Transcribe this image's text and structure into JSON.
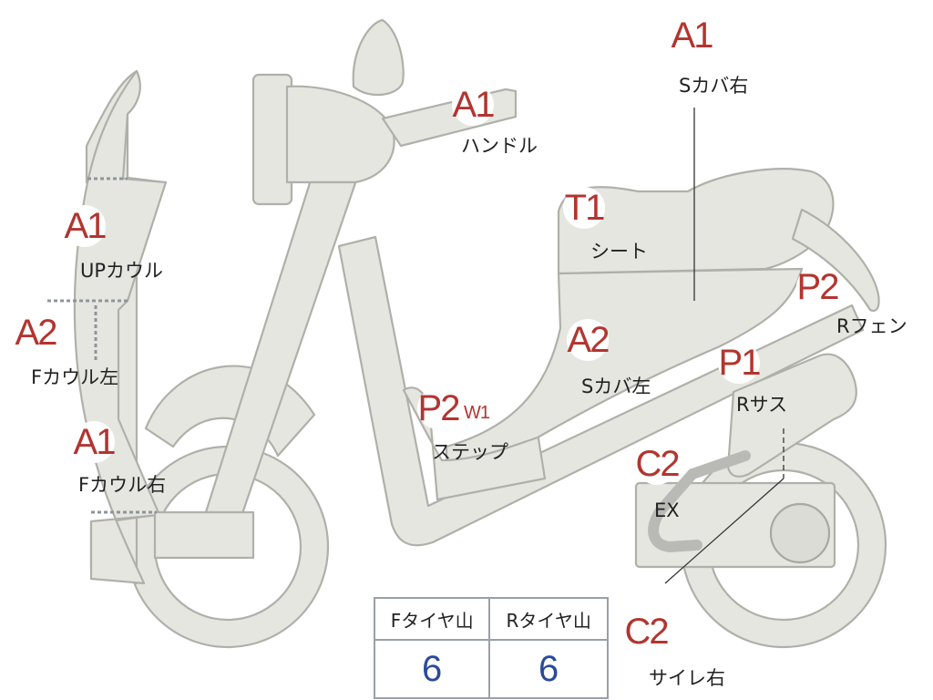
{
  "markers": [
    {
      "id": "handle",
      "code": "A1",
      "label": "ハンドル"
    },
    {
      "id": "side-cover-right",
      "code": "A1",
      "label": "Sカバ右"
    },
    {
      "id": "seat",
      "code": "T1",
      "label": "シート"
    },
    {
      "id": "rear-fender",
      "code": "P2",
      "label": "Rフェン"
    },
    {
      "id": "upper-cowl",
      "code": "A1",
      "label": "UPカウル"
    },
    {
      "id": "front-cowl-left",
      "code": "A2",
      "label": "Fカウル左"
    },
    {
      "id": "side-cover-left",
      "code": "A2",
      "label": "Sカバ左"
    },
    {
      "id": "rear-suspension",
      "code": "P1",
      "label": "Rサス"
    },
    {
      "id": "step",
      "code": "P2",
      "code2": "W1",
      "label": "ステップ"
    },
    {
      "id": "front-cowl-right",
      "code": "A1",
      "label": "Fカウル右"
    },
    {
      "id": "exhaust",
      "code": "C2",
      "label": "EX"
    },
    {
      "id": "muffler-right",
      "code": "C2",
      "label": "サイレ右"
    }
  ],
  "tire_table": {
    "headers": [
      "Fタイヤ山",
      "Rタイヤ山"
    ],
    "values": [
      "6",
      "6"
    ]
  },
  "colors": {
    "marker_text": "#b23530",
    "tire_value": "#2b4a9a",
    "body_fill": "#e6e6e1",
    "body_outline": "#b0b0aa"
  }
}
